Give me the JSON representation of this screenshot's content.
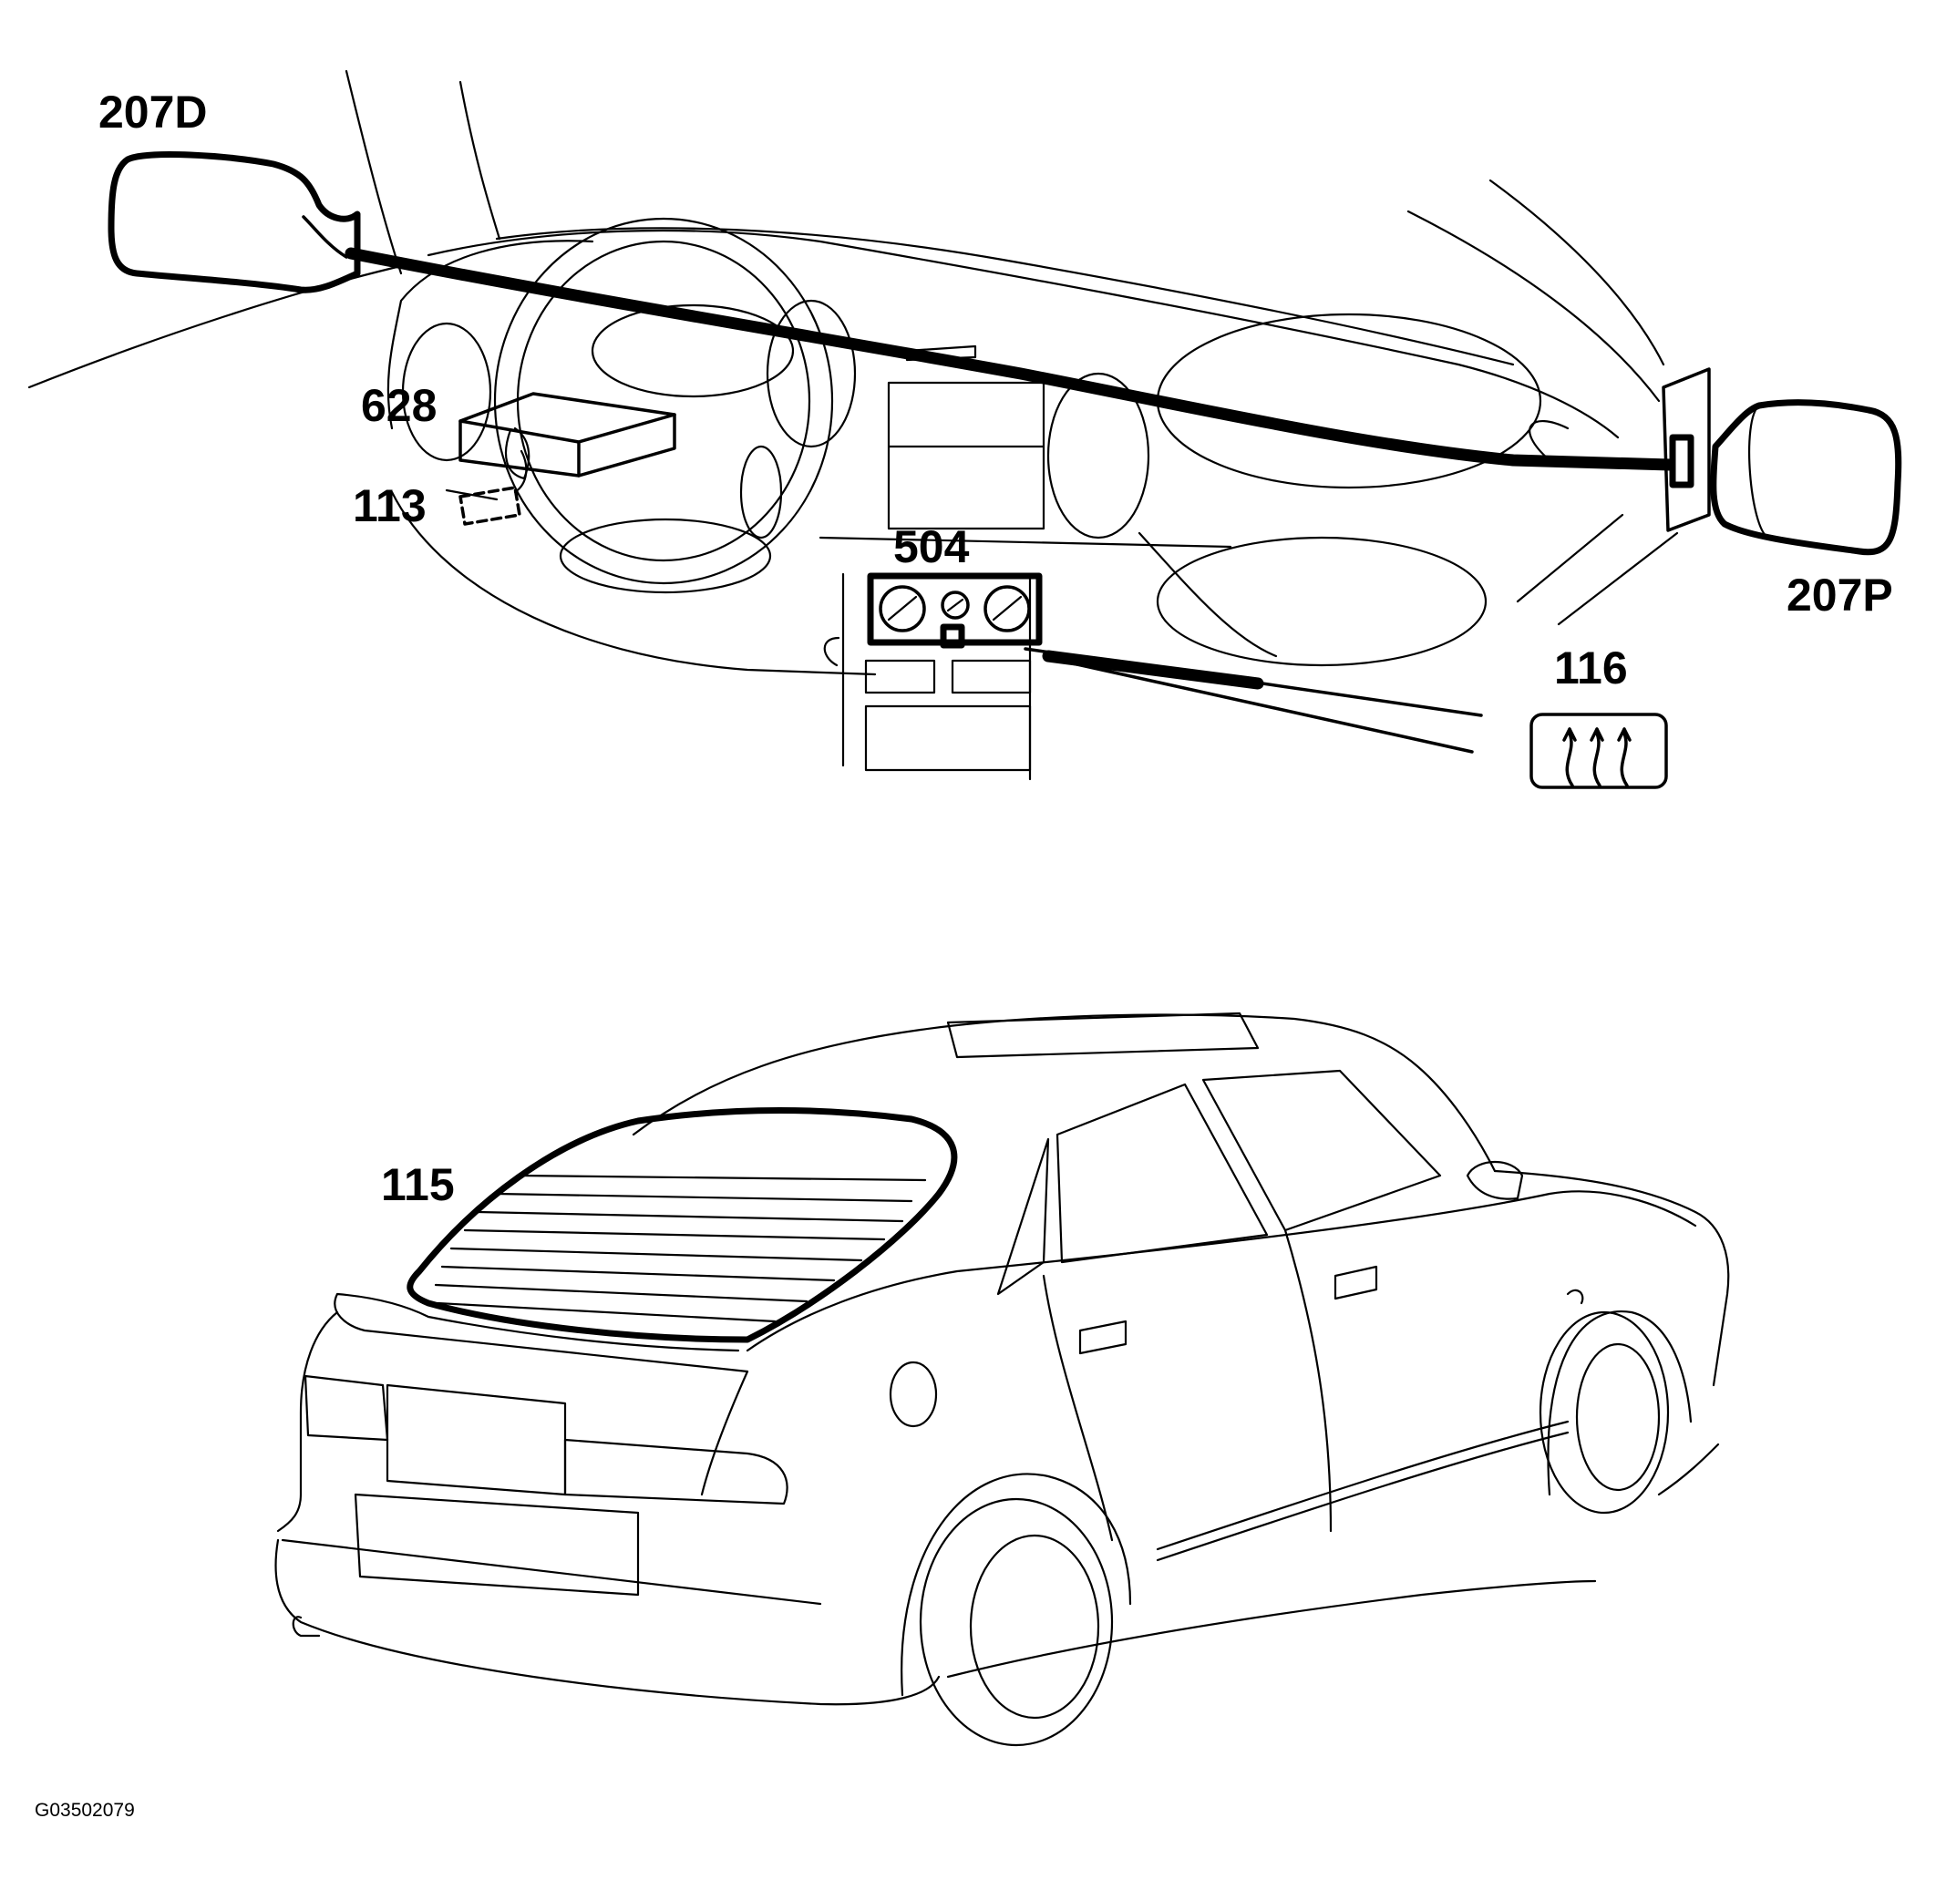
{
  "labels": {
    "mirror_driver": "207D",
    "mirror_passenger": "207P",
    "module_628": "628",
    "part_113": "113",
    "climate_panel": "504",
    "defrost_switch": "116",
    "rear_window": "115"
  },
  "figure_id": "G03502079",
  "icons": {
    "defrost": "rear-defrost-icon"
  }
}
